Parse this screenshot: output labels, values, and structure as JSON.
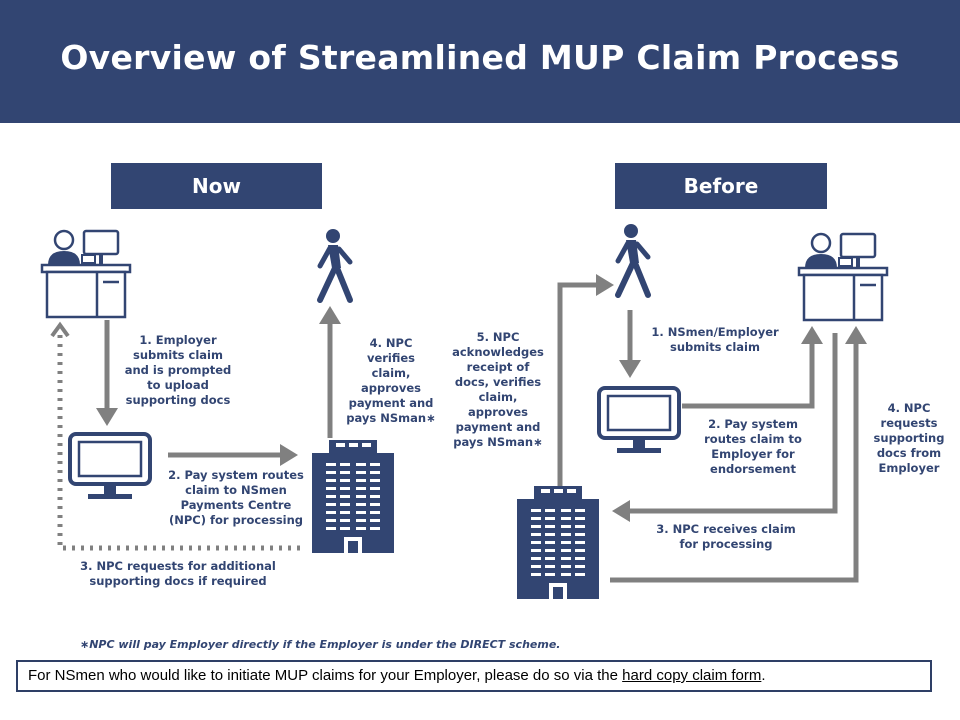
{
  "title": "Overview of Streamlined MUP Claim Process",
  "sections": {
    "now": "Now",
    "before": "Before"
  },
  "now_steps": {
    "step1": [
      "1. Employer",
      "submits claim",
      "and is prompted",
      "to upload",
      "supporting docs"
    ],
    "step2": [
      "2. Pay system routes",
      "claim to NSmen",
      "Payments Centre",
      "(NPC) for processing"
    ],
    "step3": [
      "3. NPC requests for additional",
      "supporting docs if required"
    ],
    "step4": [
      "4. NPC",
      "verifies",
      "claim,",
      "approves",
      "payment and",
      "pays NSman∗"
    ]
  },
  "before_steps": {
    "step1": [
      "1. NSmen/Employer",
      "submits claim"
    ],
    "step2": [
      "2. Pay system",
      "routes claim to",
      "Employer for",
      "endorsement"
    ],
    "step3": [
      "3. NPC receives claim",
      "for processing"
    ],
    "step4": [
      "4. NPC",
      "requests",
      "supporting",
      "docs from",
      "Employer"
    ],
    "step5": [
      "5. NPC",
      "acknowledges",
      "receipt of",
      "docs, verifies",
      "claim,",
      "approves",
      "payment and",
      "pays NSman∗"
    ]
  },
  "footnote": "∗NPC will pay Employer directly if the Employer is under the DIRECT scheme.",
  "notice": {
    "prefix": "For NSmen who would like to initiate  MUP claims for your Employer, please do so via the ",
    "link": "hard copy claim form",
    "suffix": "."
  },
  "colors": {
    "navy": "#324572",
    "arrow": "#808080"
  },
  "icons": [
    "employer-desk-icon",
    "computer-monitor-icon",
    "walking-person-icon",
    "npc-building-icon"
  ]
}
